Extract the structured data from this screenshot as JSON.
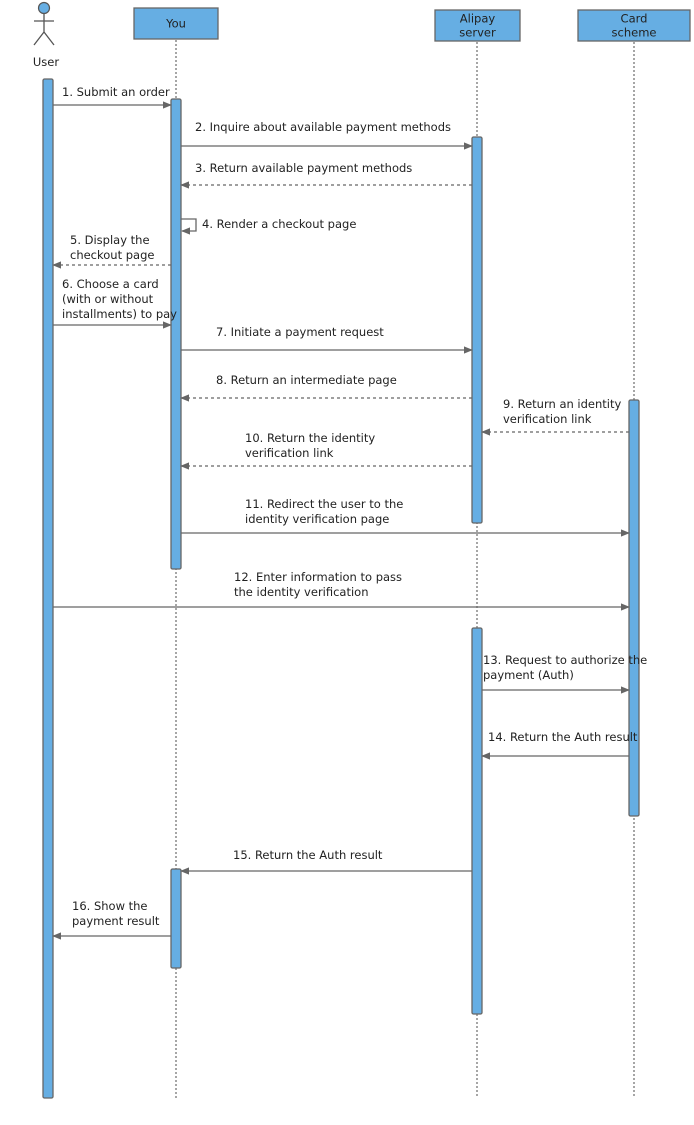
{
  "colors": {
    "box_fill": "#66aee3",
    "box_stroke": "#666666",
    "line": "#666666"
  },
  "participants": [
    {
      "id": "user",
      "label": [
        "User"
      ],
      "kind": "actor"
    },
    {
      "id": "you",
      "label": [
        "You"
      ],
      "kind": "box"
    },
    {
      "id": "alipay",
      "label": [
        "Alipay",
        "server"
      ],
      "kind": "box"
    },
    {
      "id": "card",
      "label": [
        "Card",
        "scheme"
      ],
      "kind": "box"
    }
  ],
  "messages": [
    {
      "from": "user",
      "to": "you",
      "style": "solid",
      "label": [
        "1. Submit an order"
      ]
    },
    {
      "from": "you",
      "to": "alipay",
      "style": "solid",
      "label": [
        "2. Inquire about available payment methods"
      ]
    },
    {
      "from": "alipay",
      "to": "you",
      "style": "dashed",
      "label": [
        "3. Return available payment methods"
      ]
    },
    {
      "from": "you",
      "to": "you",
      "style": "solid",
      "label": [
        "4. Render a checkout page"
      ]
    },
    {
      "from": "you",
      "to": "user",
      "style": "dashed",
      "label": [
        "5. Display the",
        "checkout page"
      ]
    },
    {
      "from": "user",
      "to": "you",
      "style": "solid",
      "label": [
        "6. Choose a card",
        "(with or without",
        "installments) to pay"
      ]
    },
    {
      "from": "you",
      "to": "alipay",
      "style": "solid",
      "label": [
        "7. Initiate a payment request"
      ]
    },
    {
      "from": "alipay",
      "to": "you",
      "style": "dashed",
      "label": [
        "8. Return an intermediate page"
      ]
    },
    {
      "from": "card",
      "to": "alipay",
      "style": "dashed",
      "label": [
        "9. Return an identity",
        "verification link"
      ]
    },
    {
      "from": "alipay",
      "to": "you",
      "style": "dashed",
      "label": [
        "10. Return the identity",
        "verification link"
      ]
    },
    {
      "from": "you",
      "to": "card",
      "style": "solid",
      "label": [
        "11. Redirect the user to the",
        "identity verification page"
      ]
    },
    {
      "from": "user",
      "to": "card",
      "style": "solid",
      "label": [
        "12. Enter information to pass",
        "the identity verification"
      ]
    },
    {
      "from": "alipay",
      "to": "card",
      "style": "solid",
      "label": [
        "13. Request to authorize the",
        "payment (Auth)"
      ]
    },
    {
      "from": "card",
      "to": "alipay",
      "style": "solid",
      "label": [
        "14. Return the Auth result"
      ]
    },
    {
      "from": "alipay",
      "to": "you",
      "style": "solid",
      "label": [
        "15. Return the Auth result"
      ]
    },
    {
      "from": "you",
      "to": "user",
      "style": "solid",
      "label": [
        "16. Show the",
        "payment result"
      ]
    }
  ]
}
